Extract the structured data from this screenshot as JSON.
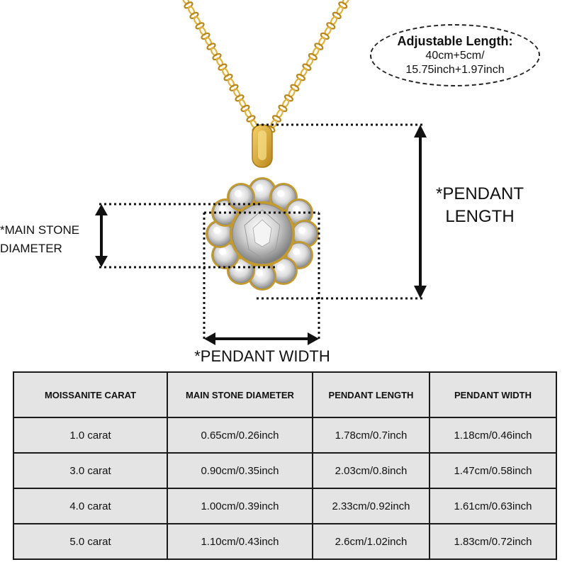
{
  "callout": {
    "title": "Adjustable Length:",
    "line1": "40cm+5cm/",
    "line2": "15.75inch+1.97inch"
  },
  "labels": {
    "pendant_length": "*PENDANT\nLENGTH",
    "main_stone": "*MAIN STONE\nDIAMETER",
    "pendant_width": "*PENDANT WIDTH"
  },
  "colors": {
    "gold": "#e2b23a",
    "gold_dark": "#b9861a",
    "stone": "#d8d8d8",
    "table_fill": "#e4e4e4",
    "border": "#1a1a1a"
  },
  "table": {
    "headers": [
      "MOISSANITE CARAT",
      "MAIN STONE DIAMETER",
      "PENDANT LENGTH",
      "PENDANT WIDTH"
    ],
    "rows": [
      [
        "1.0 carat",
        "0.65cm/0.26inch",
        "1.78cm/0.7inch",
        "1.18cm/0.46inch"
      ],
      [
        "3.0 carat",
        "0.90cm/0.35inch",
        "2.03cm/0.8inch",
        "1.47cm/0.58inch"
      ],
      [
        "4.0 carat",
        "1.00cm/0.39inch",
        "2.33cm/0.92inch",
        "1.61cm/0.63inch"
      ],
      [
        "5.0 carat",
        "1.10cm/0.43inch",
        "2.6cm/1.02inch",
        "1.83cm/0.72inch"
      ]
    ]
  }
}
